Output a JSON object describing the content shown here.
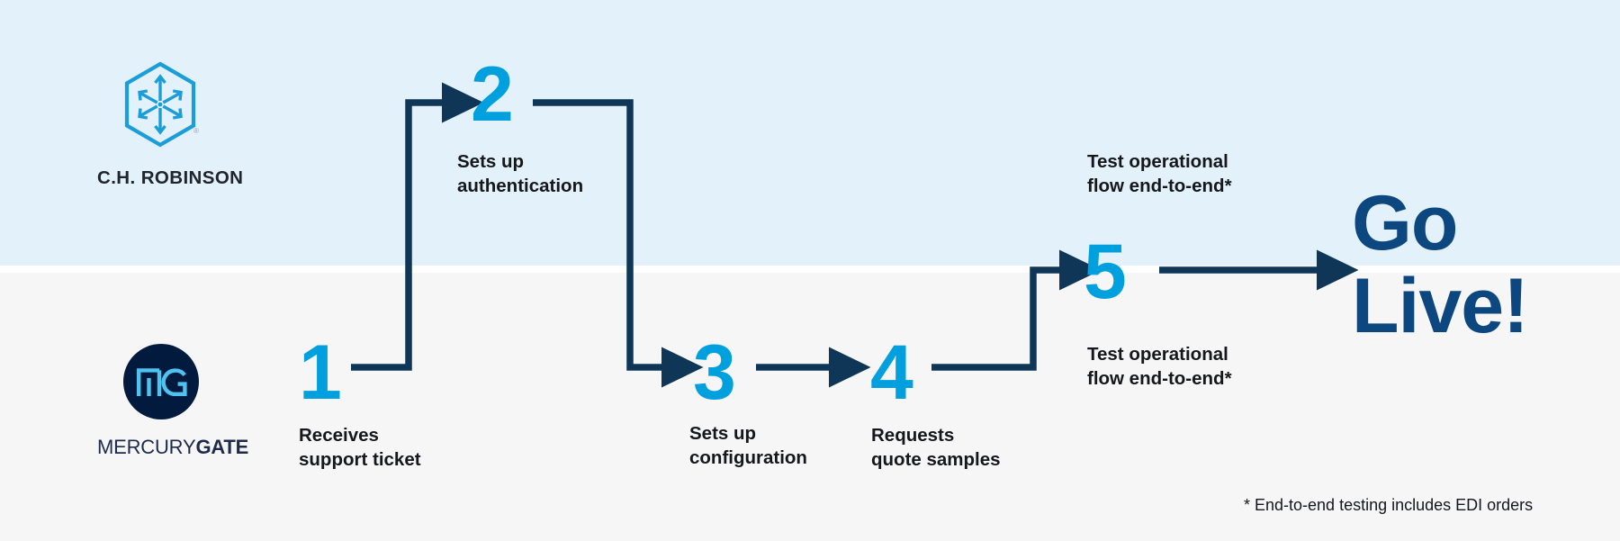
{
  "lanes": {
    "top": {
      "name": "C.H. Robinson lane",
      "color": "#e2f1fa"
    },
    "bottom": {
      "name": "MercuryGate lane",
      "color": "#f6f6f6"
    }
  },
  "logos": {
    "chrobinson": {
      "icon": "hexagon-arrows-icon",
      "wordmark": "C.H. ROBINSON",
      "registered": "®",
      "icon_color": "#1b9dd9",
      "wordmark_color": "#20242b"
    },
    "mercurygate": {
      "icon": "mg-monogram-icon",
      "wordmark_light": "MERCURY",
      "wordmark_bold": "GATE",
      "badge_color": "#021a3e",
      "monogram_color": "#4fc3f0",
      "wordmark_color": "#1d2a49"
    }
  },
  "steps": [
    {
      "number": "1",
      "caption": "Receives\nsupport ticket",
      "lane": "bottom"
    },
    {
      "number": "2",
      "caption": "Sets up\nauthentication",
      "lane": "top"
    },
    {
      "number": "3",
      "caption": "Sets up\nconfiguration",
      "lane": "bottom"
    },
    {
      "number": "4",
      "caption": "Requests\nquote samples",
      "lane": "bottom"
    },
    {
      "number": "5",
      "caption_top": "Test operational\nflow end-to-end*",
      "caption_bottom": "Test operational\nflow end-to-end*",
      "lane": "both"
    }
  ],
  "final": {
    "label": "Go\nLive!",
    "color": "#0d477f"
  },
  "footnote": "* End-to-end testing includes EDI orders",
  "colors": {
    "number_blue": "#00a0df",
    "arrow_navy": "#0f3557",
    "text_black": "#15171a",
    "golive_blue": "#0d477f"
  }
}
